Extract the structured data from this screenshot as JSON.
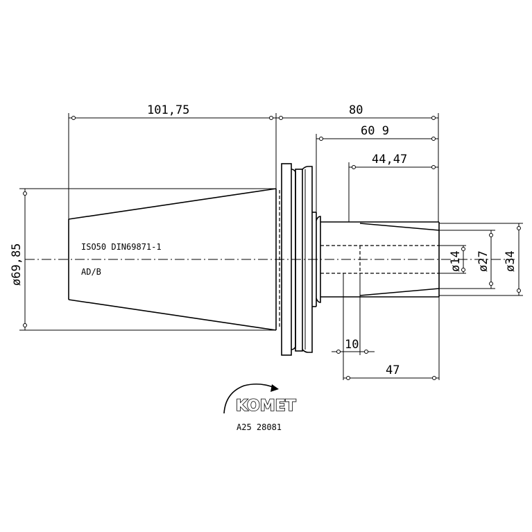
{
  "drawing": {
    "dimensions": {
      "length_101_75": "101,75",
      "length_80": "80",
      "length_60_9": "60 9",
      "length_44_47": "44,47",
      "length_10": "10",
      "length_47": "47",
      "dia_69_85": "ø69,85",
      "dia_14": "ø14",
      "dia_27": "ø27",
      "dia_34": "ø34"
    },
    "labels": {
      "standard": "ISO50 DIN69871-1",
      "form": "AD/B"
    },
    "logo": {
      "brand": "KOMET",
      "part_number": "A25 28081"
    }
  }
}
